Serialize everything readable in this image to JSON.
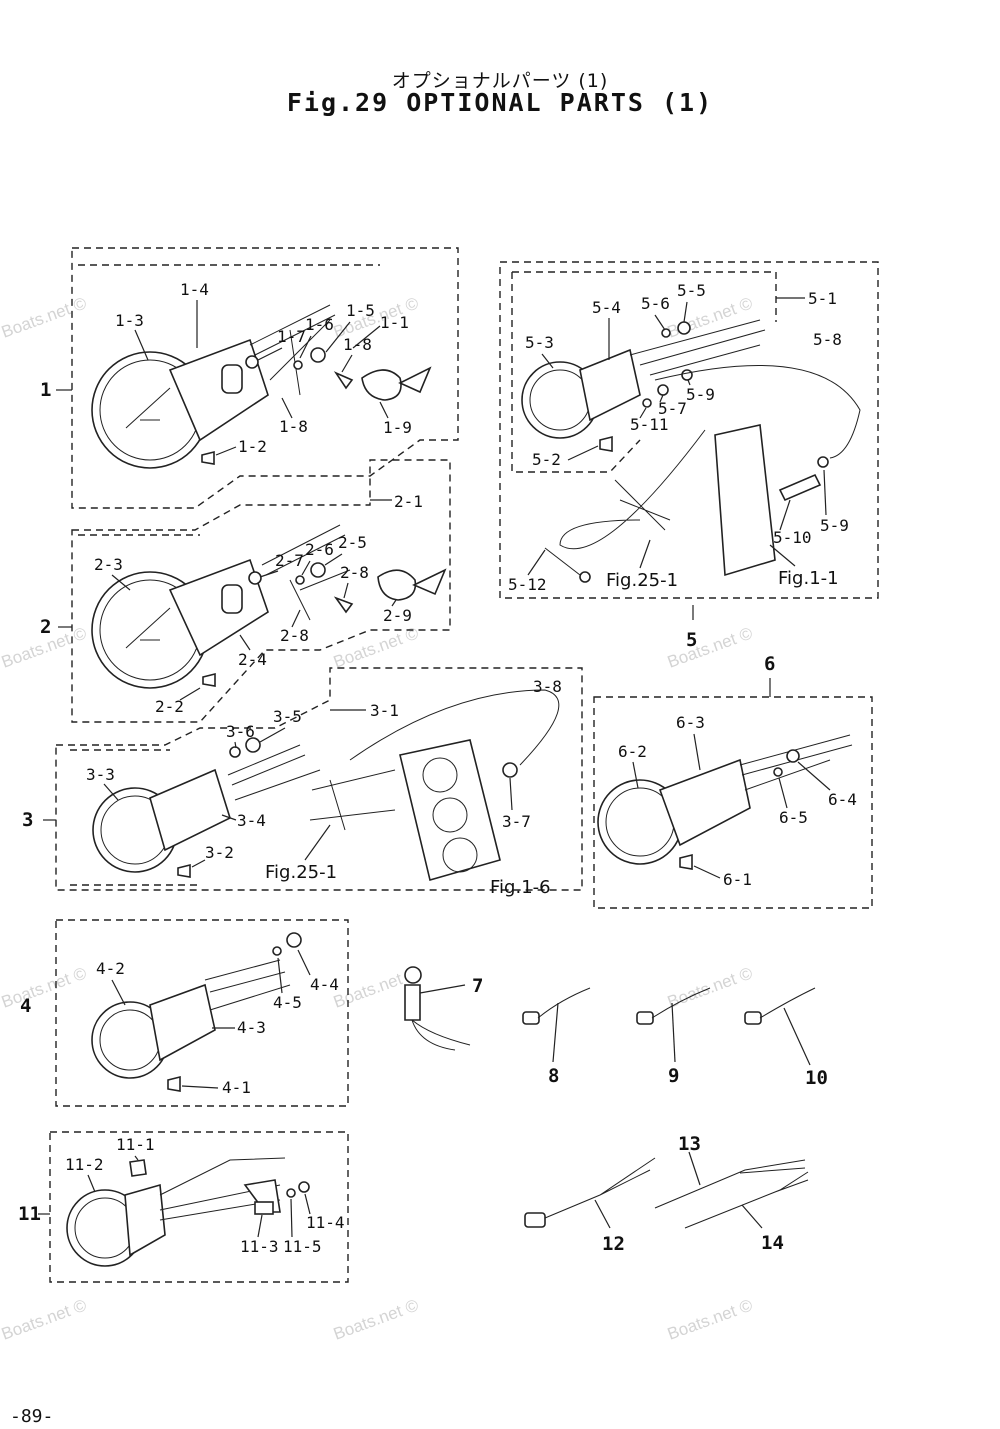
{
  "header": {
    "title_jp": "オプショナルパーツ (1)",
    "title_en": "Fig.29 OPTIONAL PARTS (1)"
  },
  "watermark": "Boats.net ©",
  "page_number": "-89-",
  "groups": {
    "g1": {
      "label": "1",
      "parts": [
        "1-1",
        "1-2",
        "1-3",
        "1-4",
        "1-5",
        "1-6",
        "1-7",
        "1-8",
        "1-8",
        "1-9"
      ]
    },
    "g2": {
      "label": "2",
      "parts": [
        "2-1",
        "2-2",
        "2-3",
        "2-4",
        "2-5",
        "2-6",
        "2-7",
        "2-8",
        "2-8",
        "2-9"
      ]
    },
    "g3": {
      "label": "3",
      "parts": [
        "3-1",
        "3-2",
        "3-3",
        "3-4",
        "3-5",
        "3-6",
        "3-7",
        "3-8"
      ],
      "refs": [
        "Fig.25-1",
        "Fig.1-6"
      ]
    },
    "g4": {
      "label": "4",
      "parts": [
        "4-1",
        "4-2",
        "4-3",
        "4-4",
        "4-5"
      ]
    },
    "g5": {
      "label": "5",
      "parts": [
        "5-1",
        "5-2",
        "5-3",
        "5-4",
        "5-5",
        "5-6",
        "5-7",
        "5-8",
        "5-9",
        "5-9",
        "5-10",
        "5-11",
        "5-12"
      ],
      "refs": [
        "Fig.25-1",
        "Fig.1-1"
      ]
    },
    "g6": {
      "label": "6",
      "parts": [
        "6-1",
        "6-2",
        "6-3",
        "6-4",
        "6-5"
      ]
    },
    "g11": {
      "label": "11",
      "parts": [
        "11-1",
        "11-2",
        "11-3",
        "11-4",
        "11-5"
      ]
    },
    "singles": [
      "7",
      "8",
      "9",
      "10",
      "12",
      "13",
      "14"
    ]
  }
}
